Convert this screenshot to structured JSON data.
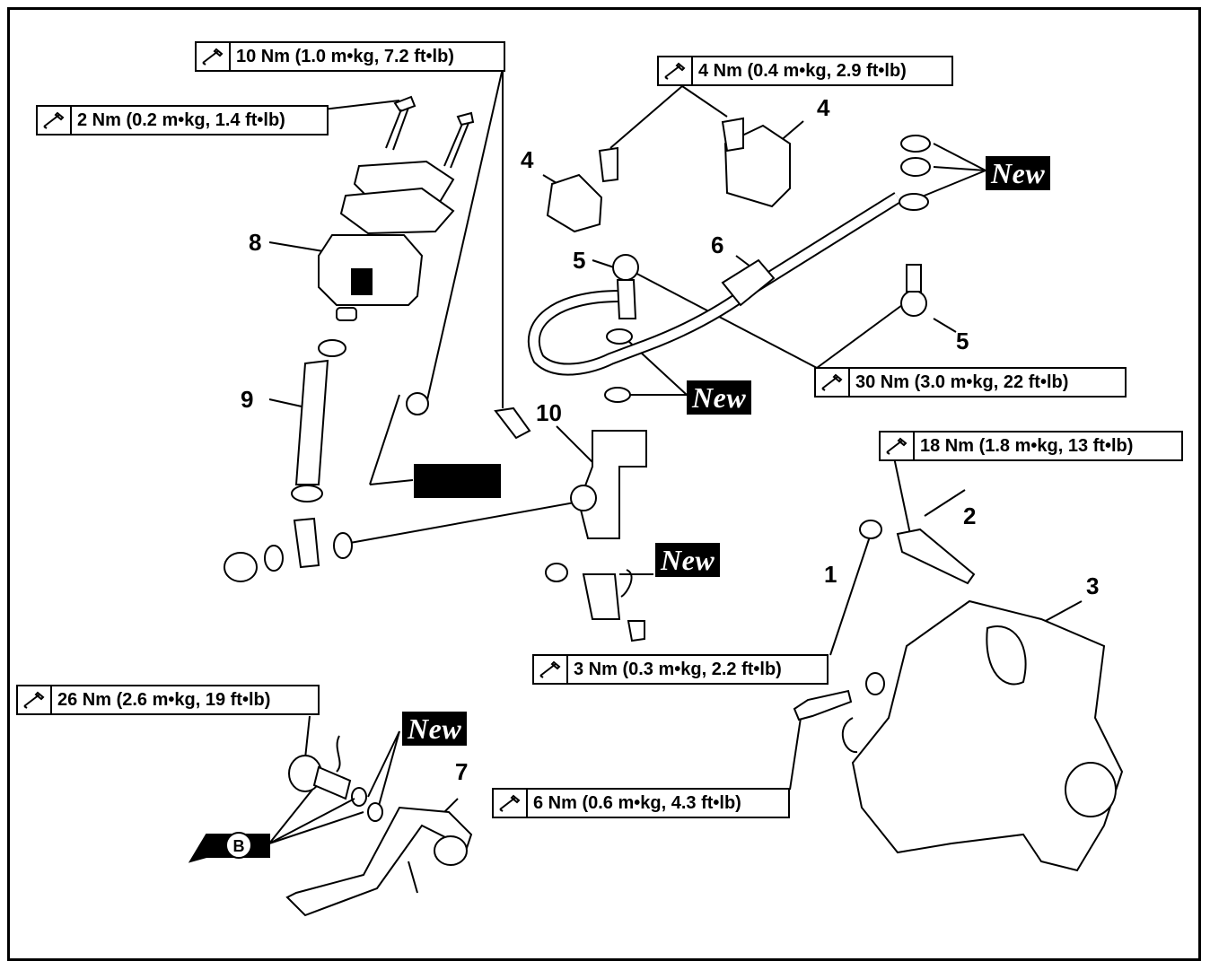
{
  "torque_specs": [
    {
      "id": "t10",
      "text": "10 Nm (1.0 m•kg, 7.2 ft•lb)"
    },
    {
      "id": "t2",
      "text": "2 Nm (0.2 m•kg, 1.4 ft•lb)"
    },
    {
      "id": "t4",
      "text": "4 Nm (0.4 m•kg, 2.9 ft•lb)"
    },
    {
      "id": "t30",
      "text": "30 Nm (3.0 m•kg, 22 ft•lb)"
    },
    {
      "id": "t18",
      "text": "18 Nm (1.8 m•kg, 13 ft•lb)"
    },
    {
      "id": "t3",
      "text": "3 Nm (0.3 m•kg, 2.2 ft•lb)"
    },
    {
      "id": "t26",
      "text": "26 Nm (2.6 m•kg, 19 ft•lb)"
    },
    {
      "id": "t6",
      "text": "6 Nm (0.6 m•kg, 4.3 ft•lb)"
    }
  ],
  "new_badge_text": "New",
  "part_numbers": [
    "1",
    "2",
    "3",
    "4",
    "4",
    "5",
    "5",
    "6",
    "7",
    "8",
    "9",
    "10"
  ],
  "grease_symbol": "B",
  "wrench_icon": "torque-wrench-icon"
}
